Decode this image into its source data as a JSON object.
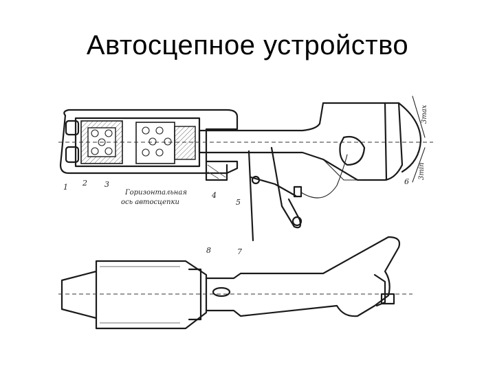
{
  "title": "Автосцепное устройство",
  "figure": {
    "caption_axis_line1": "Горизонтальная",
    "caption_axis_line2": "ось автосцепки",
    "labels": [
      "1",
      "2",
      "3",
      "4",
      "5",
      "6",
      "7",
      "8"
    ],
    "dim_max": "3max",
    "dim_min": "3min"
  }
}
